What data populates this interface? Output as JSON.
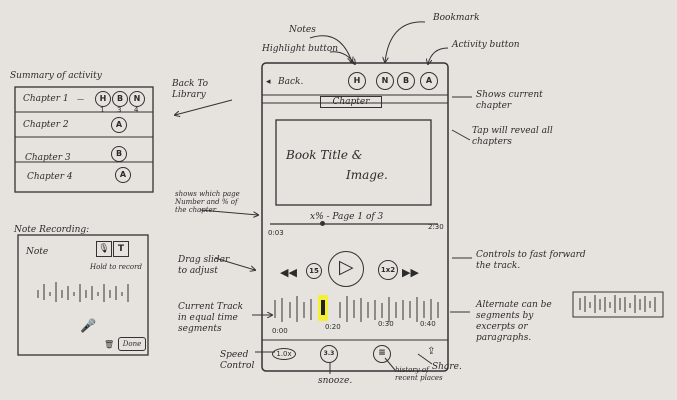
{
  "annotations": {
    "notes": "Notes",
    "bookmark": "Bookmark",
    "highlight_button": "Highlight button",
    "activity_button": "Activity button",
    "back_to_library": "Back To Library",
    "shows_current_chapter": "Shows current chapter",
    "tap_reveal_chapters": "Tap will reveal all chapters",
    "shows_page_number": "shows which page Number and % of the chapter",
    "drag_slider": "Drag slider to adjust",
    "controls_fast_forward": "Controls to fast forward the track.",
    "current_track": "Current Track in equal time segments",
    "alternate_segments": "Alternate can be segments by excerpts or paragraphs.",
    "speed_control": "Speed Control",
    "snooze": "snooze.",
    "history": "history of recent places",
    "share": "Share."
  },
  "summary": {
    "title": "Summary of activity",
    "rows": [
      {
        "label": "Chapter 1",
        "note": "—",
        "icons": [
          "H",
          "B",
          "N"
        ],
        "counts": [
          "1",
          "3",
          "4"
        ]
      },
      {
        "label": "Chapter 2",
        "icons": [
          "A"
        ]
      },
      {
        "label": "Chapter 3",
        "icons": [
          "B"
        ]
      },
      {
        "label": "Chapter 4",
        "icons": [
          "A"
        ]
      }
    ]
  },
  "note_recording": {
    "title": "Note Recording:",
    "note_label": "Note",
    "t_label": "T",
    "hold_to_record": "Hold to record",
    "done": "Done"
  },
  "phone": {
    "back": "Back.",
    "buttons": [
      "H",
      "N",
      "B",
      "A"
    ],
    "chapter": "Chapter",
    "book_title": "Book Title &",
    "book_image": "Image.",
    "page_info": "x% - Page 1 of 3",
    "progress_start": "0:03",
    "progress_end": "2:30",
    "rewind_label": "15",
    "forward_label": "1x2",
    "track_times": [
      "0:00",
      "0:20",
      "0:30",
      "0:40"
    ],
    "speed": "1.0x",
    "snooze": "3.3"
  }
}
